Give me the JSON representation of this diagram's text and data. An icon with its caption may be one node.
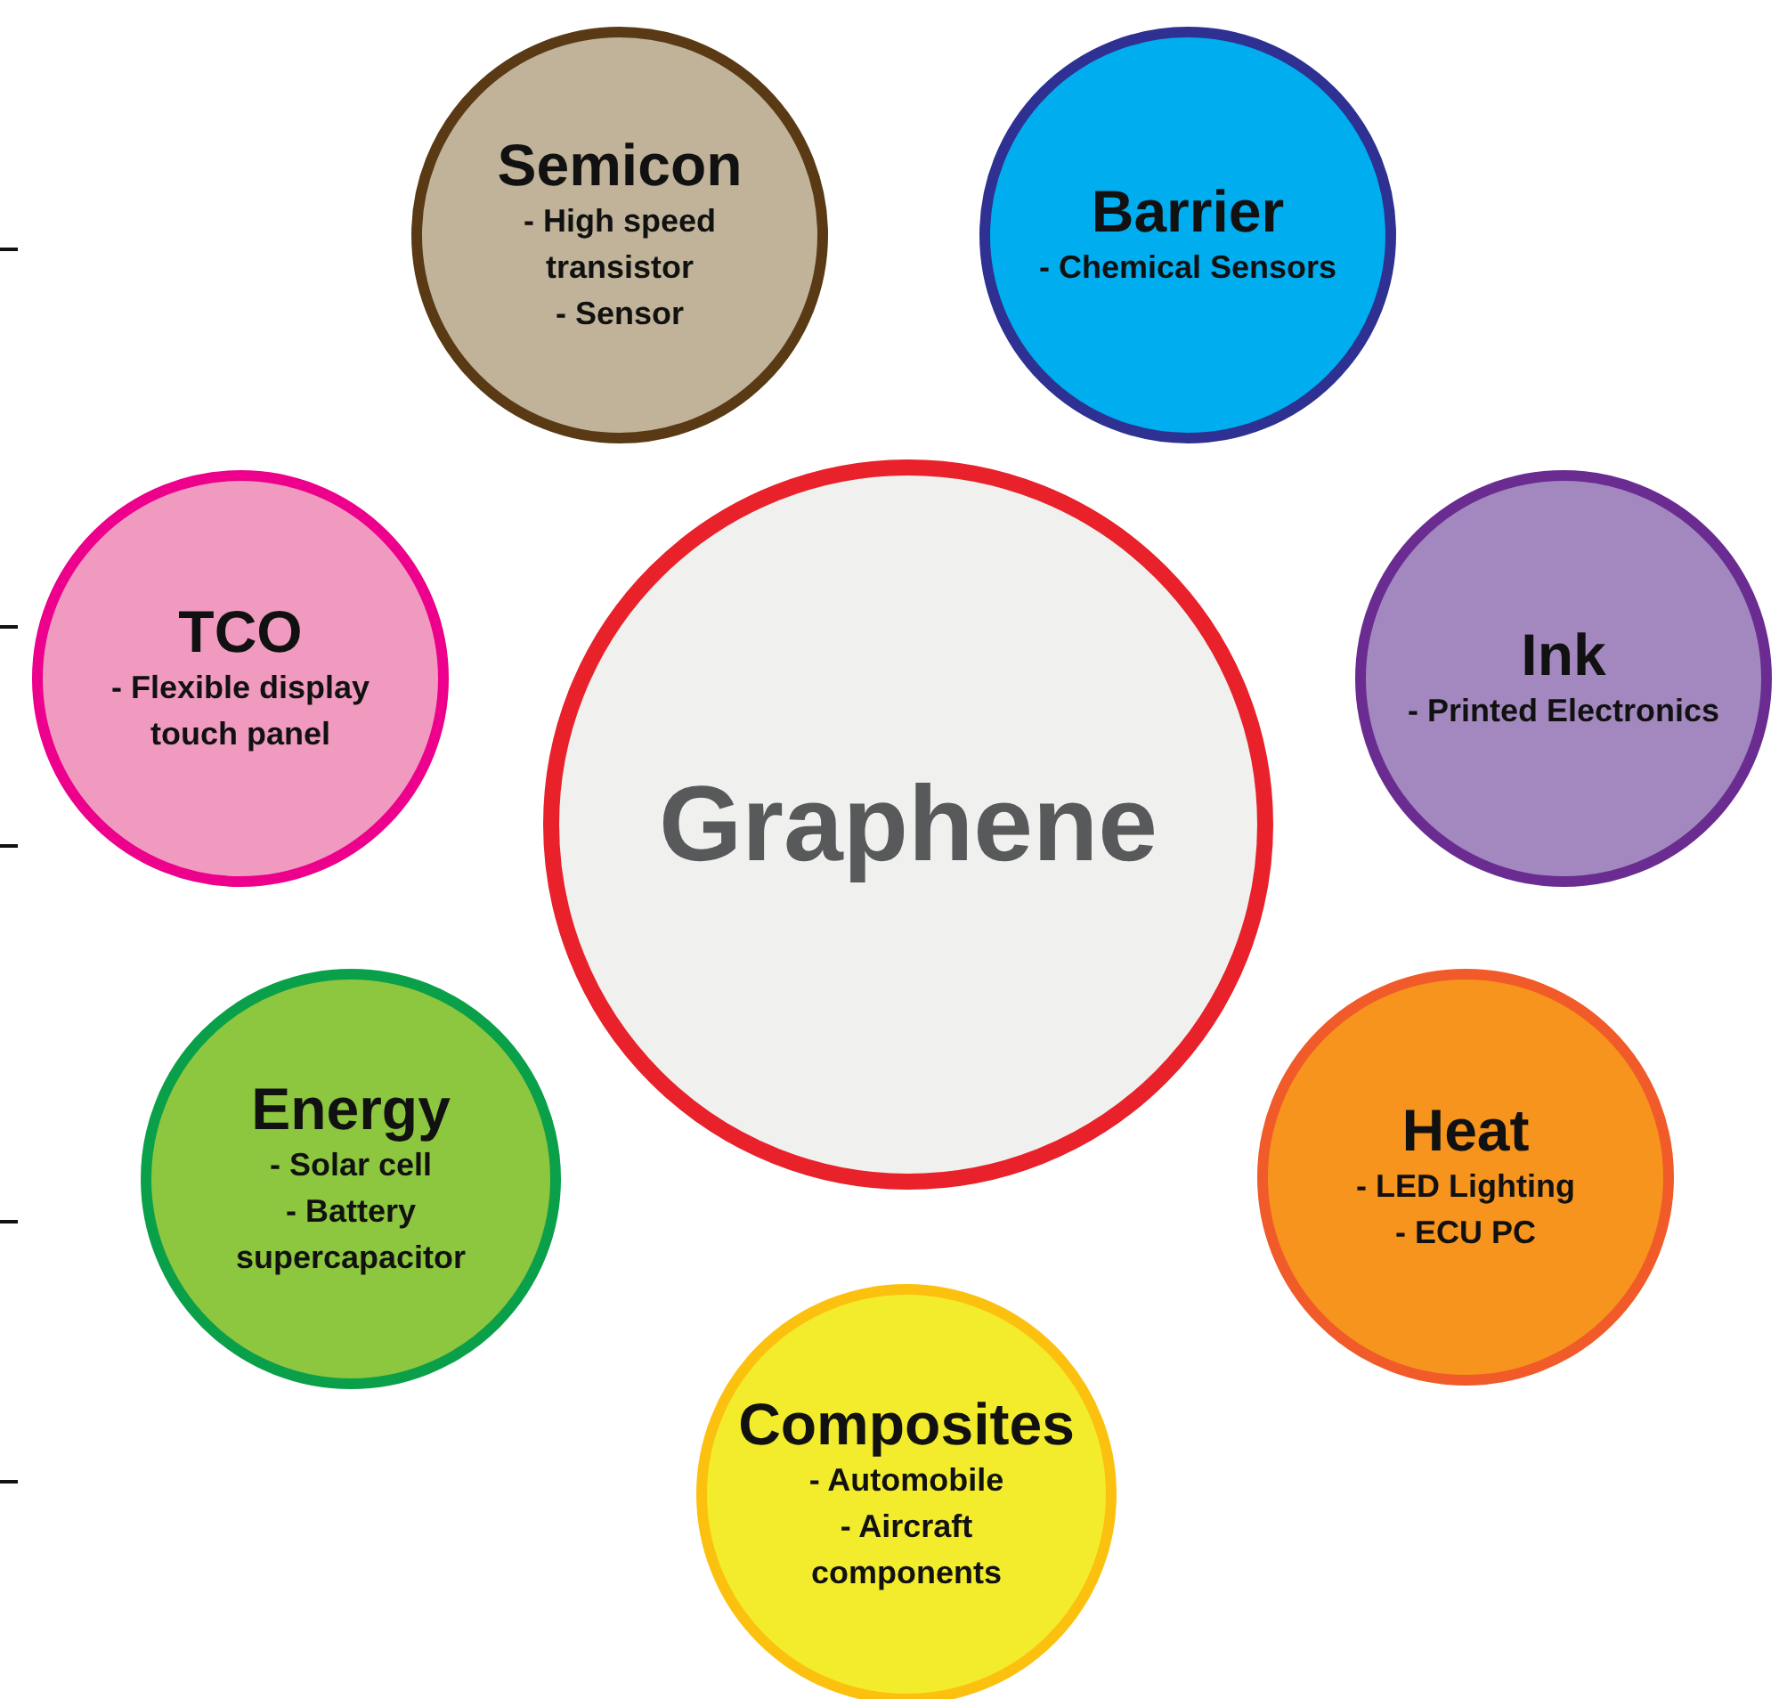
{
  "diagram": {
    "nodes": [
      {
        "text": [
          "Graphene"
        ]
      },
      {
        "text": [
          "Semicon",
          "- High speed transistor",
          "- Sensor"
        ]
      },
      {
        "text": [
          "Barrier",
          "- Chemical Sensors"
        ]
      },
      {
        "text": [
          "Ink",
          "- Printed Electronics"
        ]
      },
      {
        "text": [
          "Heat",
          "- LED Lighting",
          "- ECU PC"
        ]
      },
      {
        "text": [
          "Composites",
          "- Automobile",
          "- Aircraft components"
        ]
      },
      {
        "text": [
          "Energy",
          "- Solar cell",
          "- Battery supercapacitor"
        ]
      },
      {
        "text": [
          "TCO",
          "- Flexible display touch panel"
        ]
      }
    ]
  }
}
